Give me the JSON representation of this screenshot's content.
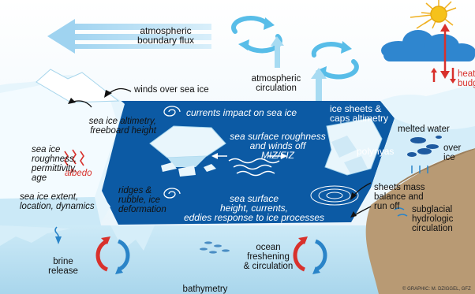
{
  "colors": {
    "sky": "#eaf5fb",
    "ice": "#ddf1fb",
    "ice_shadow": "#9ccfe6",
    "ocean_surface": "#0c5aa4",
    "ocean_deep": "#bfe3f4",
    "rock": "#b89a74",
    "sun": "#f4c20d",
    "arrow_red": "#d8312c",
    "arrow_blue": "#2a84c8",
    "text_dark": "#111111",
    "text_light": "#ffffff"
  },
  "labels": {
    "atmospheric_boundary_flux": "atmospheric\nboundary flux",
    "atmospheric_circulation": "atmospheric\ncirculation",
    "winds_over_sea_ice": "winds over sea ice",
    "heat_budget": "heat\nbudget",
    "currents_impact": "currents impact on sea ice",
    "ice_sheets_caps": "ice sheets &\ncaps altimetry",
    "sea_ice_altimetry": "sea ice altimetry,\nfreeboard height",
    "sea_surface_roughness": "sea surface roughness\nand winds off\nMIZ/FIZ",
    "polynyas": "polynyas",
    "melted_water": "melted water",
    "over_ice": "over\nice",
    "sea_ice_roughness": "sea ice\nroughness,\npermittivity,\nage",
    "albedo": "albedo",
    "sea_ice_extent": "sea ice extent,\nlocation, dynamics",
    "ridges_rubble": "ridges &\nrubble, ice\ndeformation",
    "sea_surface_height": "sea surface\nheight, currents,\neddies response to ice processes",
    "sheets_mass_balance": "sheets mass\nbalance and\nrun off",
    "subglacial": "subglacial\nhydrologic\ncirculation",
    "brine_release": "brine\nrelease",
    "ocean_freshening": "ocean\nfreshening\n& circulation",
    "bathymetry": "bathymetry",
    "credit": "© GRAPHIC: M. DZIGGEL, GFZ"
  },
  "icons": [
    "sun-icon",
    "cloud-icon",
    "circulation-arrows-icon",
    "swirl-icon",
    "fish-icon",
    "heat-arrows-icon"
  ]
}
